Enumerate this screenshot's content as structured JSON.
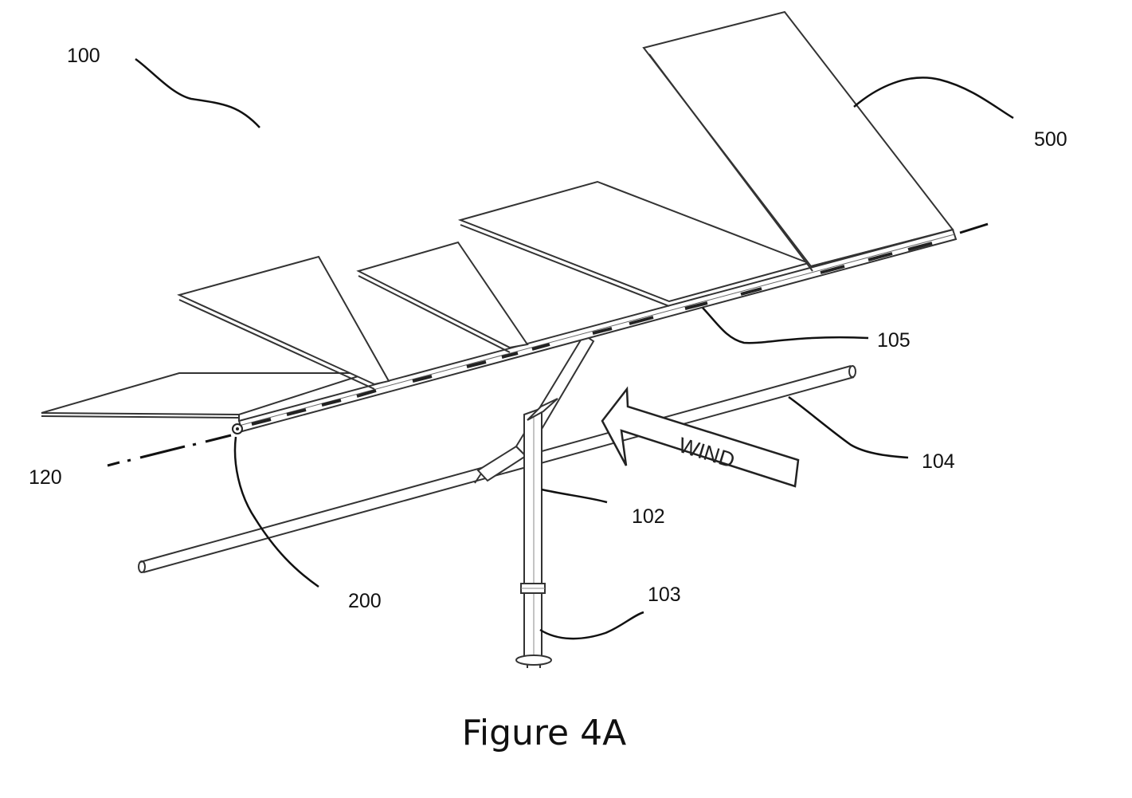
{
  "figure": {
    "caption": "Figure 4A",
    "wind_label": "WIND",
    "reference_numerals": {
      "assembly": "100",
      "rotation_axis": "120",
      "hinge": "200",
      "post": "102",
      "post_base": "103",
      "torque_tube": "104",
      "support_rail": "105",
      "panel": "500"
    }
  }
}
